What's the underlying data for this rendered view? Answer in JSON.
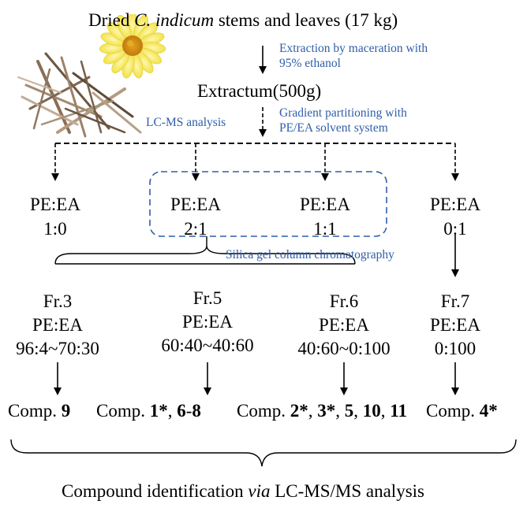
{
  "title": {
    "pre": "Dried ",
    "species": "C. indicum",
    "post": " stems and leaves (17 kg)"
  },
  "step1_label": [
    "Extraction by maceration with",
    "95% ethanol"
  ],
  "extract_label": "Extractum(500g)",
  "lcms_label": "LC-MS analysis",
  "step2_label": [
    "Gradient partitioning with",
    "PE/EA solvent system"
  ],
  "partitions": [
    {
      "solvent": "PE:EA",
      "ratio": "1:0"
    },
    {
      "solvent": "PE:EA",
      "ratio": "2:1"
    },
    {
      "solvent": "PE:EA",
      "ratio": "1:1"
    },
    {
      "solvent": "PE:EA",
      "ratio": "0:1"
    }
  ],
  "silica_label": "Silica gel column chromatography",
  "fractions": [
    {
      "name": "Fr.3",
      "solvent": "PE:EA",
      "ratio": "96:4~70:30"
    },
    {
      "name": "Fr.5",
      "solvent": "PE:EA",
      "ratio": "60:40~40:60"
    },
    {
      "name": "Fr.6",
      "solvent": "PE:EA",
      "ratio": "40:60~0:100"
    },
    {
      "name": "Fr.7",
      "solvent": "PE:EA",
      "ratio": "0:100"
    }
  ],
  "compounds": [
    [
      {
        "text": "Comp. ",
        "bold": false
      },
      {
        "text": "9",
        "bold": true
      }
    ],
    [
      {
        "text": "Comp. ",
        "bold": false
      },
      {
        "text": "1*",
        "bold": true
      },
      {
        "text": ", ",
        "bold": false
      },
      {
        "text": "6",
        "bold": true
      },
      {
        "text": "-",
        "bold": false
      },
      {
        "text": "8",
        "bold": true
      }
    ],
    [
      {
        "text": "Comp. ",
        "bold": false
      },
      {
        "text": "2*",
        "bold": true
      },
      {
        "text": ", ",
        "bold": false
      },
      {
        "text": "3*",
        "bold": true
      },
      {
        "text": ", ",
        "bold": false
      },
      {
        "text": "5",
        "bold": true
      },
      {
        "text": ", ",
        "bold": false
      },
      {
        "text": "10",
        "bold": true
      },
      {
        "text": ", ",
        "bold": false
      },
      {
        "text": "11",
        "bold": true
      }
    ],
    [
      {
        "text": "Comp. ",
        "bold": false
      },
      {
        "text": "4*",
        "bold": true
      }
    ]
  ],
  "footer": {
    "pre": "Compound identification ",
    "via": "via",
    "post": " LC-MS/MS analysis"
  },
  "colors": {
    "annotation": "#2e5ea8",
    "line": "#000000",
    "group_box": "#2e5ea8"
  },
  "image": "dried-stems-and-flower-photo"
}
